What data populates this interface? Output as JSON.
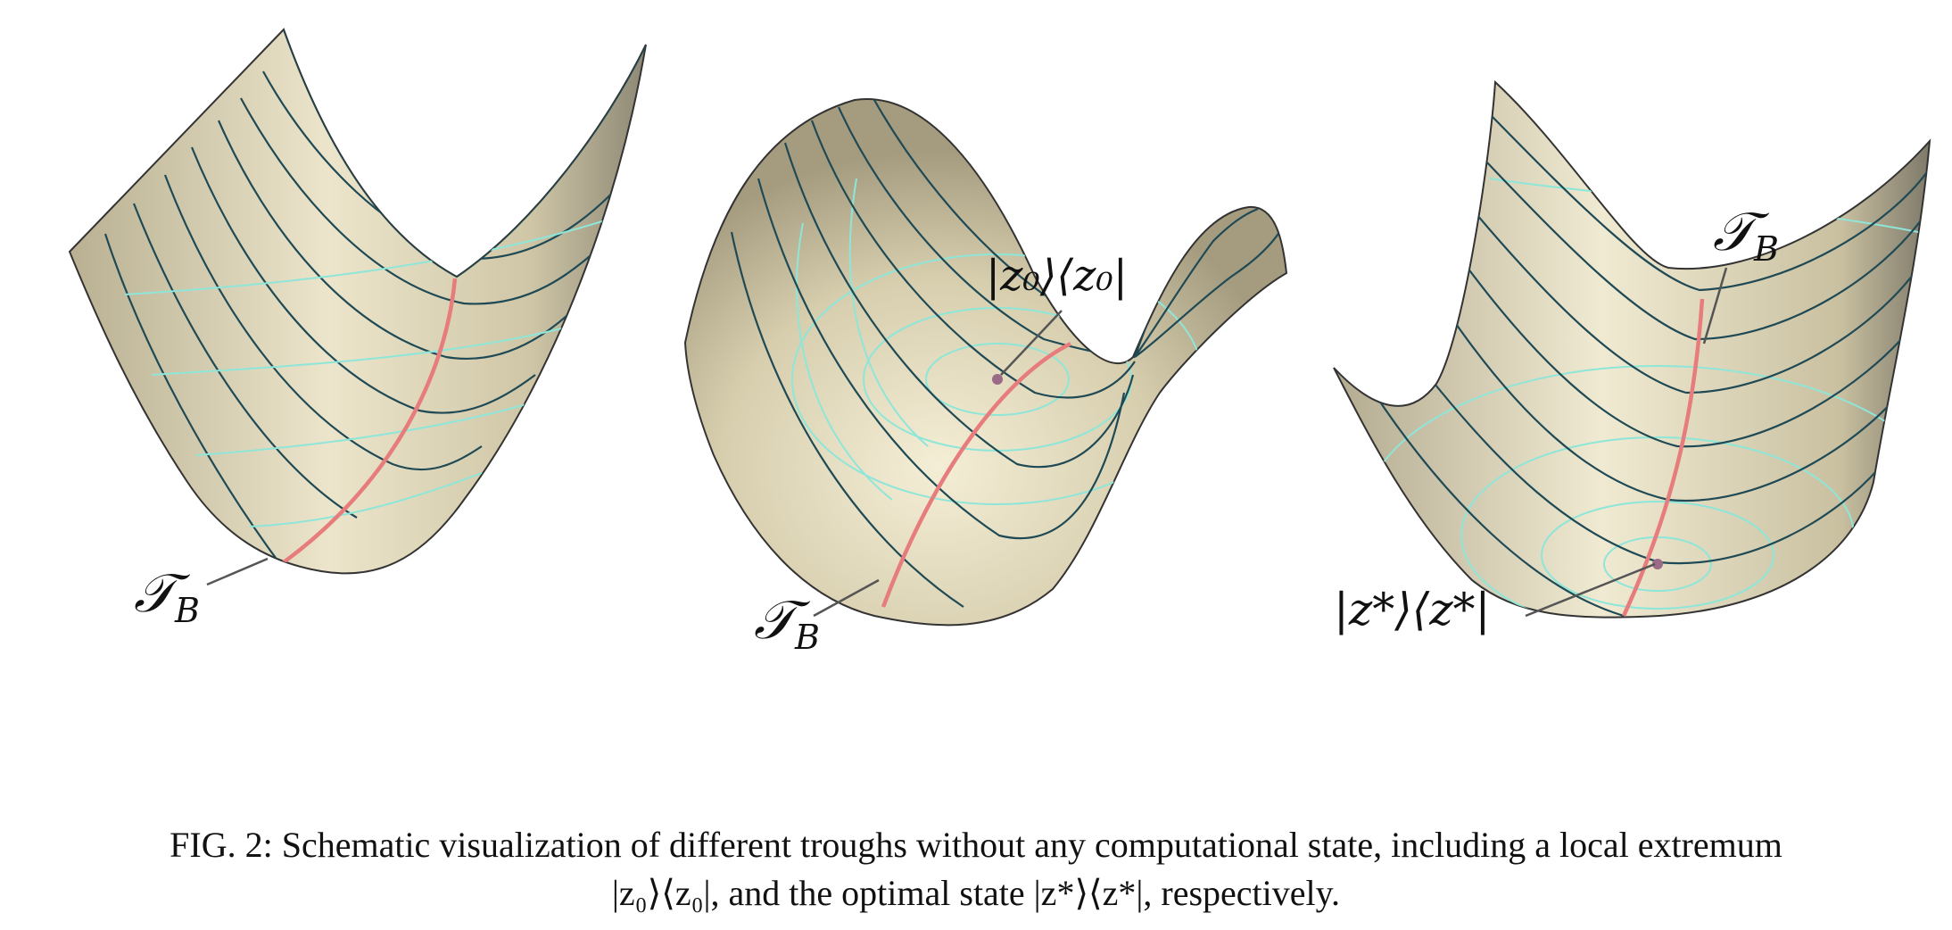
{
  "figure": {
    "panels": [
      {
        "id": "left",
        "trough_label": "𝒯",
        "trough_sub": "B"
      },
      {
        "id": "middle",
        "trough_label": "𝒯",
        "trough_sub": "B",
        "point_label": "|z₀⟩⟨z₀|"
      },
      {
        "id": "right",
        "trough_label": "𝒯",
        "trough_sub": "B",
        "point_label": "|z*⟩⟨z*|"
      }
    ],
    "colors": {
      "surface": "#d8cfb0",
      "surface_light": "#efe8cf",
      "surface_dark": "#8f8a76",
      "mesh_lines": "#1f4a55",
      "contour_lines": "#8ee6d8",
      "trough_path": "#e77c7c",
      "point_marker": "#9a6a86"
    }
  },
  "caption": {
    "line1": "FIG. 2: Schematic visualization of different troughs without any computational state, including a local extremum",
    "line2": "|z₀⟩⟨z₀|, and the optimal state |z*⟩⟨z*|, respectively."
  }
}
